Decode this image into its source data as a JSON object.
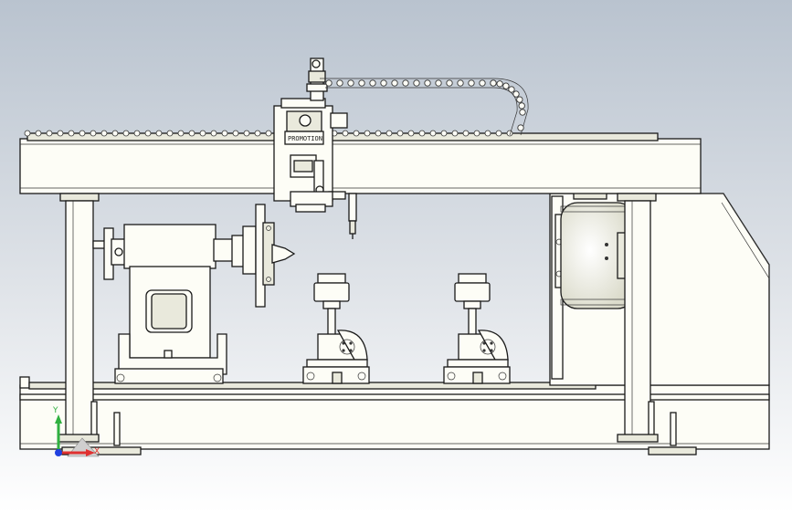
{
  "view": {
    "background_top": "#b9c3cf",
    "background_bottom": "#ffffff",
    "machine_fill": "#fdfdf6",
    "line_color": "#1a1a1a"
  },
  "torch_head": {
    "brand_text": "PROMOTION"
  },
  "triad": {
    "x_label": "X",
    "y_label": "Y",
    "x_color": "#e03030",
    "y_color": "#30b040",
    "z_color": "#2040e0"
  }
}
